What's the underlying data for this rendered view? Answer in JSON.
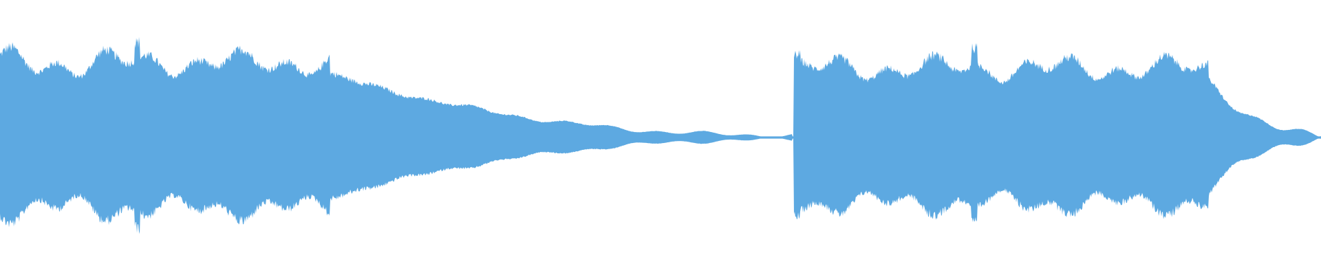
{
  "waveform": {
    "color": "#5DA9E1",
    "background": "#FFFFFF",
    "segments": [
      {
        "start": 0.0,
        "end": 0.102,
        "amp": 0.27,
        "shape": "sustain",
        "wobble": 0.06
      },
      {
        "start": 0.102,
        "end": 0.106,
        "amp": 0.34,
        "shape": "attack",
        "wobble": 0.02
      },
      {
        "start": 0.106,
        "end": 0.25,
        "amp": 0.27,
        "shape": "sustain",
        "wobble": 0.05
      },
      {
        "start": 0.25,
        "end": 0.6,
        "amp": 0.22,
        "shape": "decay",
        "wobble": 0.01
      },
      {
        "start": 0.6,
        "end": 0.601,
        "amp": 0.0,
        "shape": "silence",
        "wobble": 0.0
      },
      {
        "start": 0.601,
        "end": 0.606,
        "amp": 0.29,
        "shape": "attack",
        "wobble": 0.02
      },
      {
        "start": 0.606,
        "end": 0.735,
        "amp": 0.25,
        "shape": "sustain",
        "wobble": 0.05
      },
      {
        "start": 0.735,
        "end": 0.74,
        "amp": 0.32,
        "shape": "attack",
        "wobble": 0.02
      },
      {
        "start": 0.74,
        "end": 0.915,
        "amp": 0.25,
        "shape": "sustain",
        "wobble": 0.05
      },
      {
        "start": 0.915,
        "end": 1.0,
        "amp": 0.2,
        "shape": "decay",
        "wobble": 0.02
      }
    ]
  }
}
